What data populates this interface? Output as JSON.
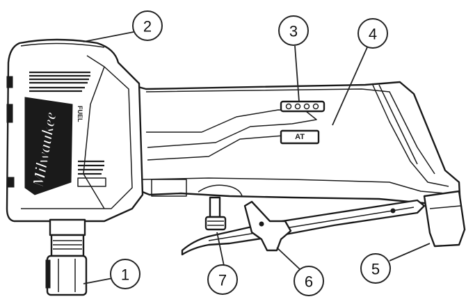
{
  "tool": {
    "brand_mark": "Milwaukee",
    "fuel_mark": "FUEL",
    "mode_badge": "AT"
  },
  "callouts": [
    {
      "id": "1",
      "label": "1"
    },
    {
      "id": "2",
      "label": "2"
    },
    {
      "id": "3",
      "label": "3"
    },
    {
      "id": "4",
      "label": "4"
    },
    {
      "id": "5",
      "label": "5"
    },
    {
      "id": "6",
      "label": "6"
    },
    {
      "id": "7",
      "label": "7"
    }
  ],
  "colors": {
    "line": "#1a1a1a",
    "background": "#ffffff"
  }
}
